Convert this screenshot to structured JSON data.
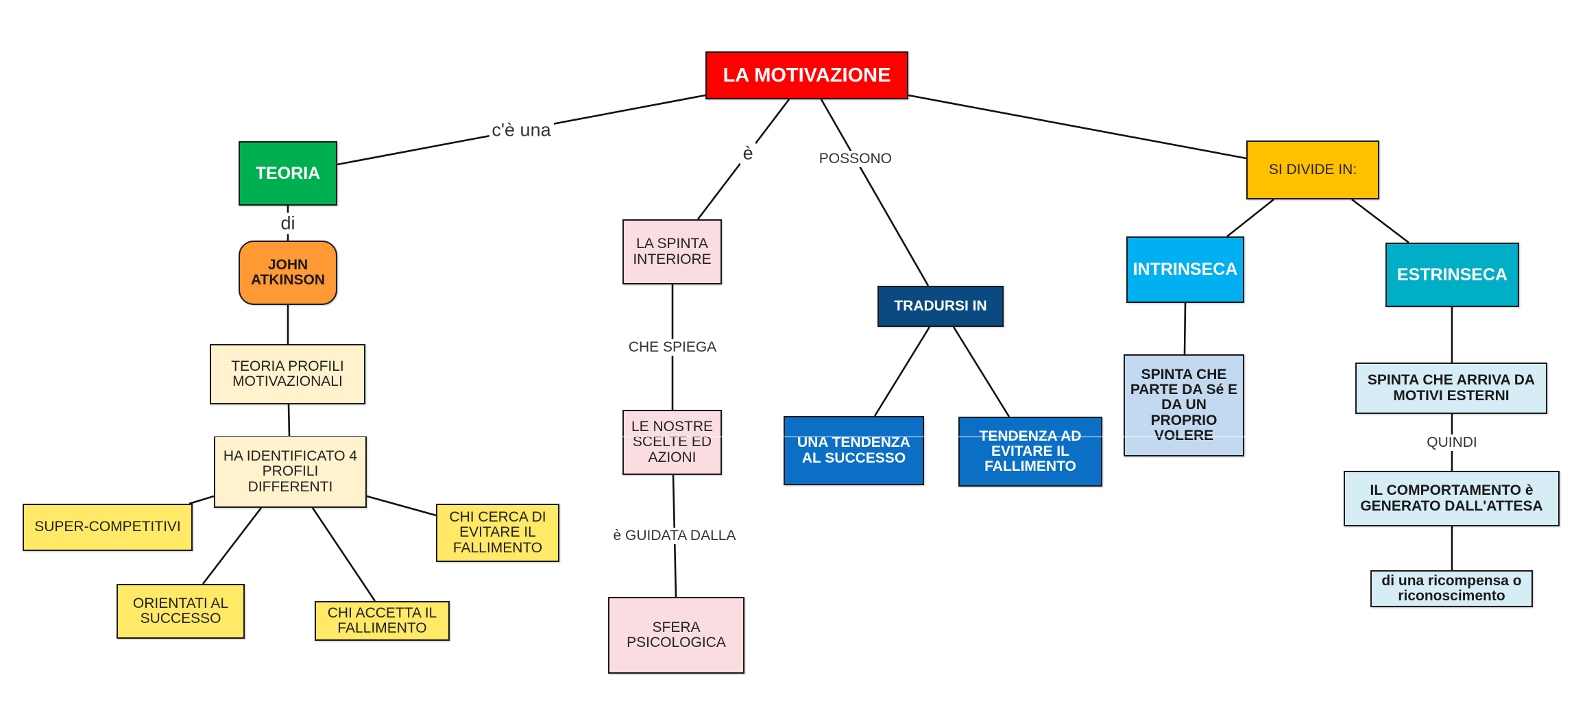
{
  "title": "LA MOTIVAZIONE",
  "nodes": {
    "root": {
      "text": "LA MOTIVAZIONE",
      "fill": "#ff0000",
      "color": "#ffffff"
    },
    "teoria": {
      "text": "TEORIA",
      "fill": "#00b050",
      "color": "#ffffff"
    },
    "atkinson": {
      "text": "JOHN ATKINSON",
      "fill": "#ff9933",
      "color": "#1a1a1a"
    },
    "profili": {
      "text": "TEORIA PROFILI MOTIVAZIONALI",
      "fill": "#fff2cc",
      "color": "#222222"
    },
    "identificato": {
      "text": "HA IDENTIFICATO 4 PROFILI DIFFERENTI",
      "fill": "#fff2cc",
      "color": "#222222"
    },
    "supercompetitivi": {
      "text": "SUPER-COMPETITIVI",
      "fill": "#ffe966",
      "color": "#222222"
    },
    "orientati": {
      "text": "ORIENTATI AL SUCCESSO",
      "fill": "#ffe966",
      "color": "#222222"
    },
    "accetta": {
      "text": "CHI ACCETTA IL FALLIMENTO",
      "fill": "#ffe966",
      "color": "#222222"
    },
    "cerca": {
      "text": "CHI CERCA DI EVITARE IL FALLIMENTO",
      "fill": "#ffe966",
      "color": "#222222"
    },
    "spinta_interiore": {
      "text": "LA SPINTA INTERIORE",
      "fill": "#f9dde0",
      "color": "#222222"
    },
    "scelte": {
      "text": "LE NOSTRE SCELTE ED AZIONI",
      "fill": "#f9dde0",
      "color": "#222222"
    },
    "sfera": {
      "text": "SFERA PSICOLOGICA",
      "fill": "#f9dde0",
      "color": "#222222"
    },
    "tradursi": {
      "text": "TRADURSI IN",
      "fill": "#0b4a80",
      "color": "#ffffff"
    },
    "tendenza_successo": {
      "text": "UNA TENDENZA AL SUCCESSO",
      "fill": "#0b6fc6",
      "color": "#ffffff"
    },
    "tendenza_fallimento": {
      "text": "TENDENZA AD EVITARE IL FALLIMENTO",
      "fill": "#0b6fc6",
      "color": "#ffffff"
    },
    "divide": {
      "text": "SI DIVIDE IN:",
      "fill": "#ffc000",
      "color": "#222222"
    },
    "intrinseca": {
      "text": "INTRINSECA",
      "fill": "#00b0f0",
      "color": "#ffffff"
    },
    "estrinseca": {
      "text": "ESTRINSECA",
      "fill": "#00aec6",
      "color": "#ffffff"
    },
    "spinta_se": {
      "text": "SPINTA CHE PARTE DA Sé E DA UN PROPRIO VOLERE",
      "fill": "#c2d9f0",
      "color": "#1a1a1a"
    },
    "spinta_esterni": {
      "text": "SPINTA CHE ARRIVA DA MOTIVI ESTERNI",
      "fill": "#d6edf5",
      "color": "#1a1a1a"
    },
    "comportamento": {
      "text": "IL COMPORTAMENTO è GENERATO DALL'ATTESA",
      "fill": "#d6edf5",
      "color": "#1a1a1a"
    },
    "ricompensa": {
      "text": "di una ricompensa o riconoscimento",
      "fill": "#d6edf5",
      "color": "#1a1a1a"
    }
  },
  "edges": [
    {
      "from": "root",
      "to": "teoria",
      "label": "c'è una"
    },
    {
      "from": "teoria",
      "to": "atkinson",
      "label": "di"
    },
    {
      "from": "atkinson",
      "to": "profili",
      "label": ""
    },
    {
      "from": "profili",
      "to": "identificato",
      "label": ""
    },
    {
      "from": "identificato",
      "to": "supercompetitivi",
      "label": ""
    },
    {
      "from": "identificato",
      "to": "orientati",
      "label": ""
    },
    {
      "from": "identificato",
      "to": "accetta",
      "label": ""
    },
    {
      "from": "identificato",
      "to": "cerca",
      "label": ""
    },
    {
      "from": "root",
      "to": "spinta_interiore",
      "label": "è"
    },
    {
      "from": "spinta_interiore",
      "to": "scelte",
      "label": "CHE SPIEGA"
    },
    {
      "from": "scelte",
      "to": "sfera",
      "label": "è GUIDATA DALLA"
    },
    {
      "from": "root",
      "to": "tradursi",
      "label": "POSSONO"
    },
    {
      "from": "tradursi",
      "to": "tendenza_successo",
      "label": ""
    },
    {
      "from": "tradursi",
      "to": "tendenza_fallimento",
      "label": ""
    },
    {
      "from": "root",
      "to": "divide",
      "label": ""
    },
    {
      "from": "divide",
      "to": "intrinseca",
      "label": ""
    },
    {
      "from": "divide",
      "to": "estrinseca",
      "label": ""
    },
    {
      "from": "intrinseca",
      "to": "spinta_se",
      "label": ""
    },
    {
      "from": "estrinseca",
      "to": "spinta_esterni",
      "label": ""
    },
    {
      "from": "spinta_esterni",
      "to": "comportamento",
      "label": "QUINDI"
    },
    {
      "from": "comportamento",
      "to": "ricompensa",
      "label": ""
    }
  ]
}
